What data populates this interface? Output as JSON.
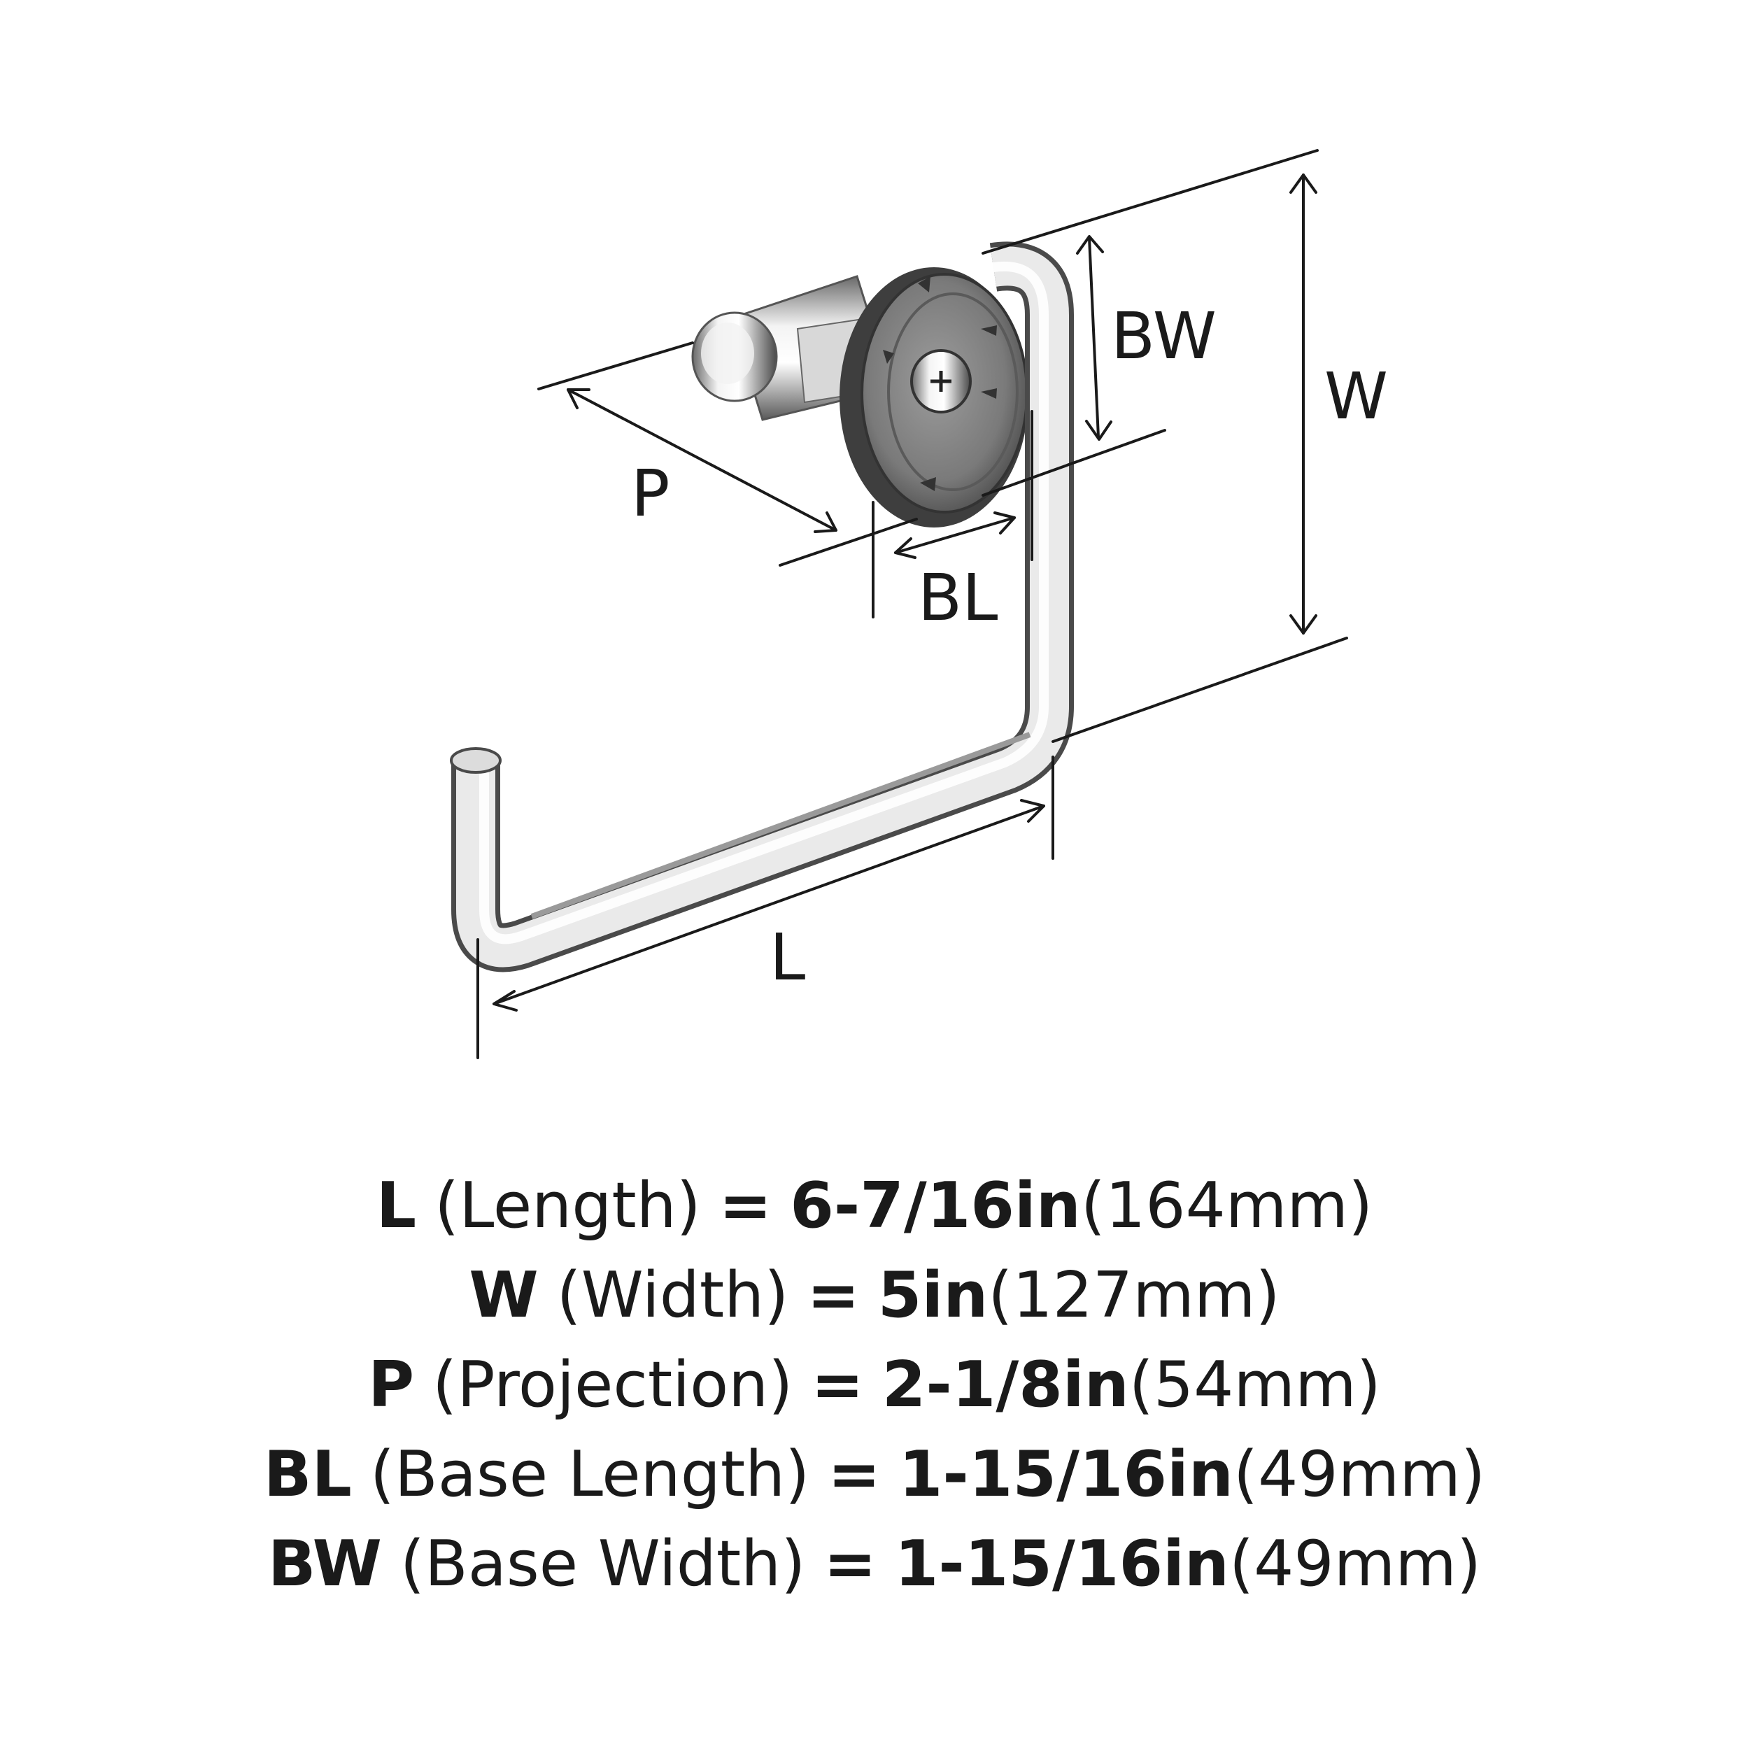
{
  "dimension_labels": {
    "bw": "BW",
    "w": "W",
    "p": "P",
    "bl": "BL",
    "l": "L"
  },
  "specs": [
    {
      "code": "L",
      "desc": "(Length)",
      "eq": "=",
      "imperial": "6-7/16in",
      "metric": "(164mm)"
    },
    {
      "code": "W",
      "desc": "(Width)",
      "eq": "=",
      "imperial": "5in",
      "metric": "(127mm)"
    },
    {
      "code": "P",
      "desc": "(Projection)",
      "eq": "=",
      "imperial": "2-1/8in",
      "metric": "(54mm)"
    },
    {
      "code": "BL",
      "desc": "(Base Length)",
      "eq": "=",
      "imperial": "1-15/16in",
      "metric": "(49mm)"
    },
    {
      "code": "BW",
      "desc": "(Base Width)",
      "eq": "=",
      "imperial": "1-15/16in",
      "metric": "(49mm)"
    }
  ],
  "colors": {
    "chrome_light": "#eeeeee",
    "chrome_dark": "#5a5a5a",
    "base_plate": "#8a8a8a",
    "ink": "#1a1a1a"
  }
}
